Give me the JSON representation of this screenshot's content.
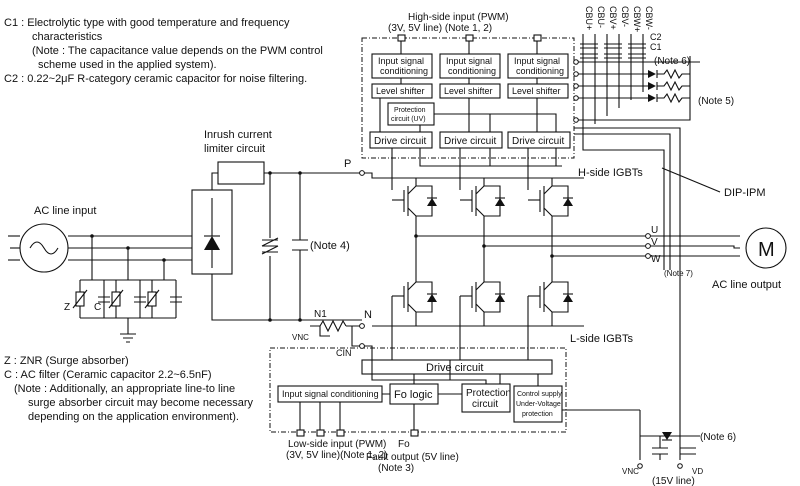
{
  "notes_top": {
    "c1_line1": "C1 : Electrolytic type with good temperature and frequency",
    "c1_line2": "characteristics",
    "c1_line3": "(Note : The capacitance value depends on the PWM control",
    "c1_line4": "scheme used in the applied system).",
    "c2_line": "C2 : 0.22~2μF R-category ceramic capacitor for noise filtering."
  },
  "notes_bottom": {
    "z_line": "Z : ZNR (Surge absorber)",
    "c_line": "C : AC filter (Ceramic capacitor 2.2~6.5nF)",
    "n_line1": "(Note : Additionally, an appropriate line-to line",
    "n_line2": "surge absorber circuit may become necessary",
    "n_line3": "depending on the application environment)."
  },
  "labels": {
    "ac_line_input": "AC line input",
    "inrush_line1": "Inrush current",
    "inrush_line2": "limiter circuit",
    "high_input_line1": "High-side input (PWM)",
    "high_input_line2": "(3V, 5V line) (Note 1, 2)",
    "low_input_line1": "Low-side input (PWM)",
    "low_input_line2": "(3V, 5V line)(Note 1, 2)",
    "fault_line1": "Fault output (5V line)",
    "fault_line2": "(Note 3)",
    "fo": "Fo",
    "h_igbts": "H-side IGBTs",
    "l_igbts": "L-side IGBTs",
    "dip_ipm": "DIP-IPM",
    "ac_line_output": "AC line output",
    "motor": "M",
    "p": "P",
    "n": "N",
    "n1": "N1",
    "vnc": "VNC",
    "cin": "CIN",
    "u": "U",
    "v": "V",
    "w": "W",
    "z": "Z",
    "c": "C",
    "cbu_p": "CBU+",
    "cbv_p": "CBV+",
    "cbw_p": "CBW+",
    "cbu_m": "CBU-",
    "cbv_m": "CBV-",
    "cbw_m": "CBW-",
    "c1": "C1",
    "c2": "C2",
    "note4": "(Note 4)",
    "note5": "(Note 5)",
    "note6_top": "(Note 6)",
    "note6_bottom": "(Note 6)",
    "note7": "(Note 7)",
    "vnc_bottom": "VNC",
    "vd": "VD",
    "v15": "(15V line)"
  },
  "blocks": {
    "input_cond_line1": "Input signal",
    "input_cond_line2": "conditioning",
    "level_shifter": "Level shifter",
    "protection_uv_line1": "Protection",
    "protection_uv_line2": "circuit (UV)",
    "drive_circuit": "Drive circuit",
    "low_drive": "Drive circuit",
    "low_input_cond": "Input signal conditioning",
    "fo_logic": "Fo logic",
    "protection_line1": "Protection",
    "protection_line2": "circuit",
    "ctrl_supply_line1": "Control supply",
    "ctrl_supply_line2": "Under-Voltage",
    "ctrl_supply_line3": "protection"
  }
}
